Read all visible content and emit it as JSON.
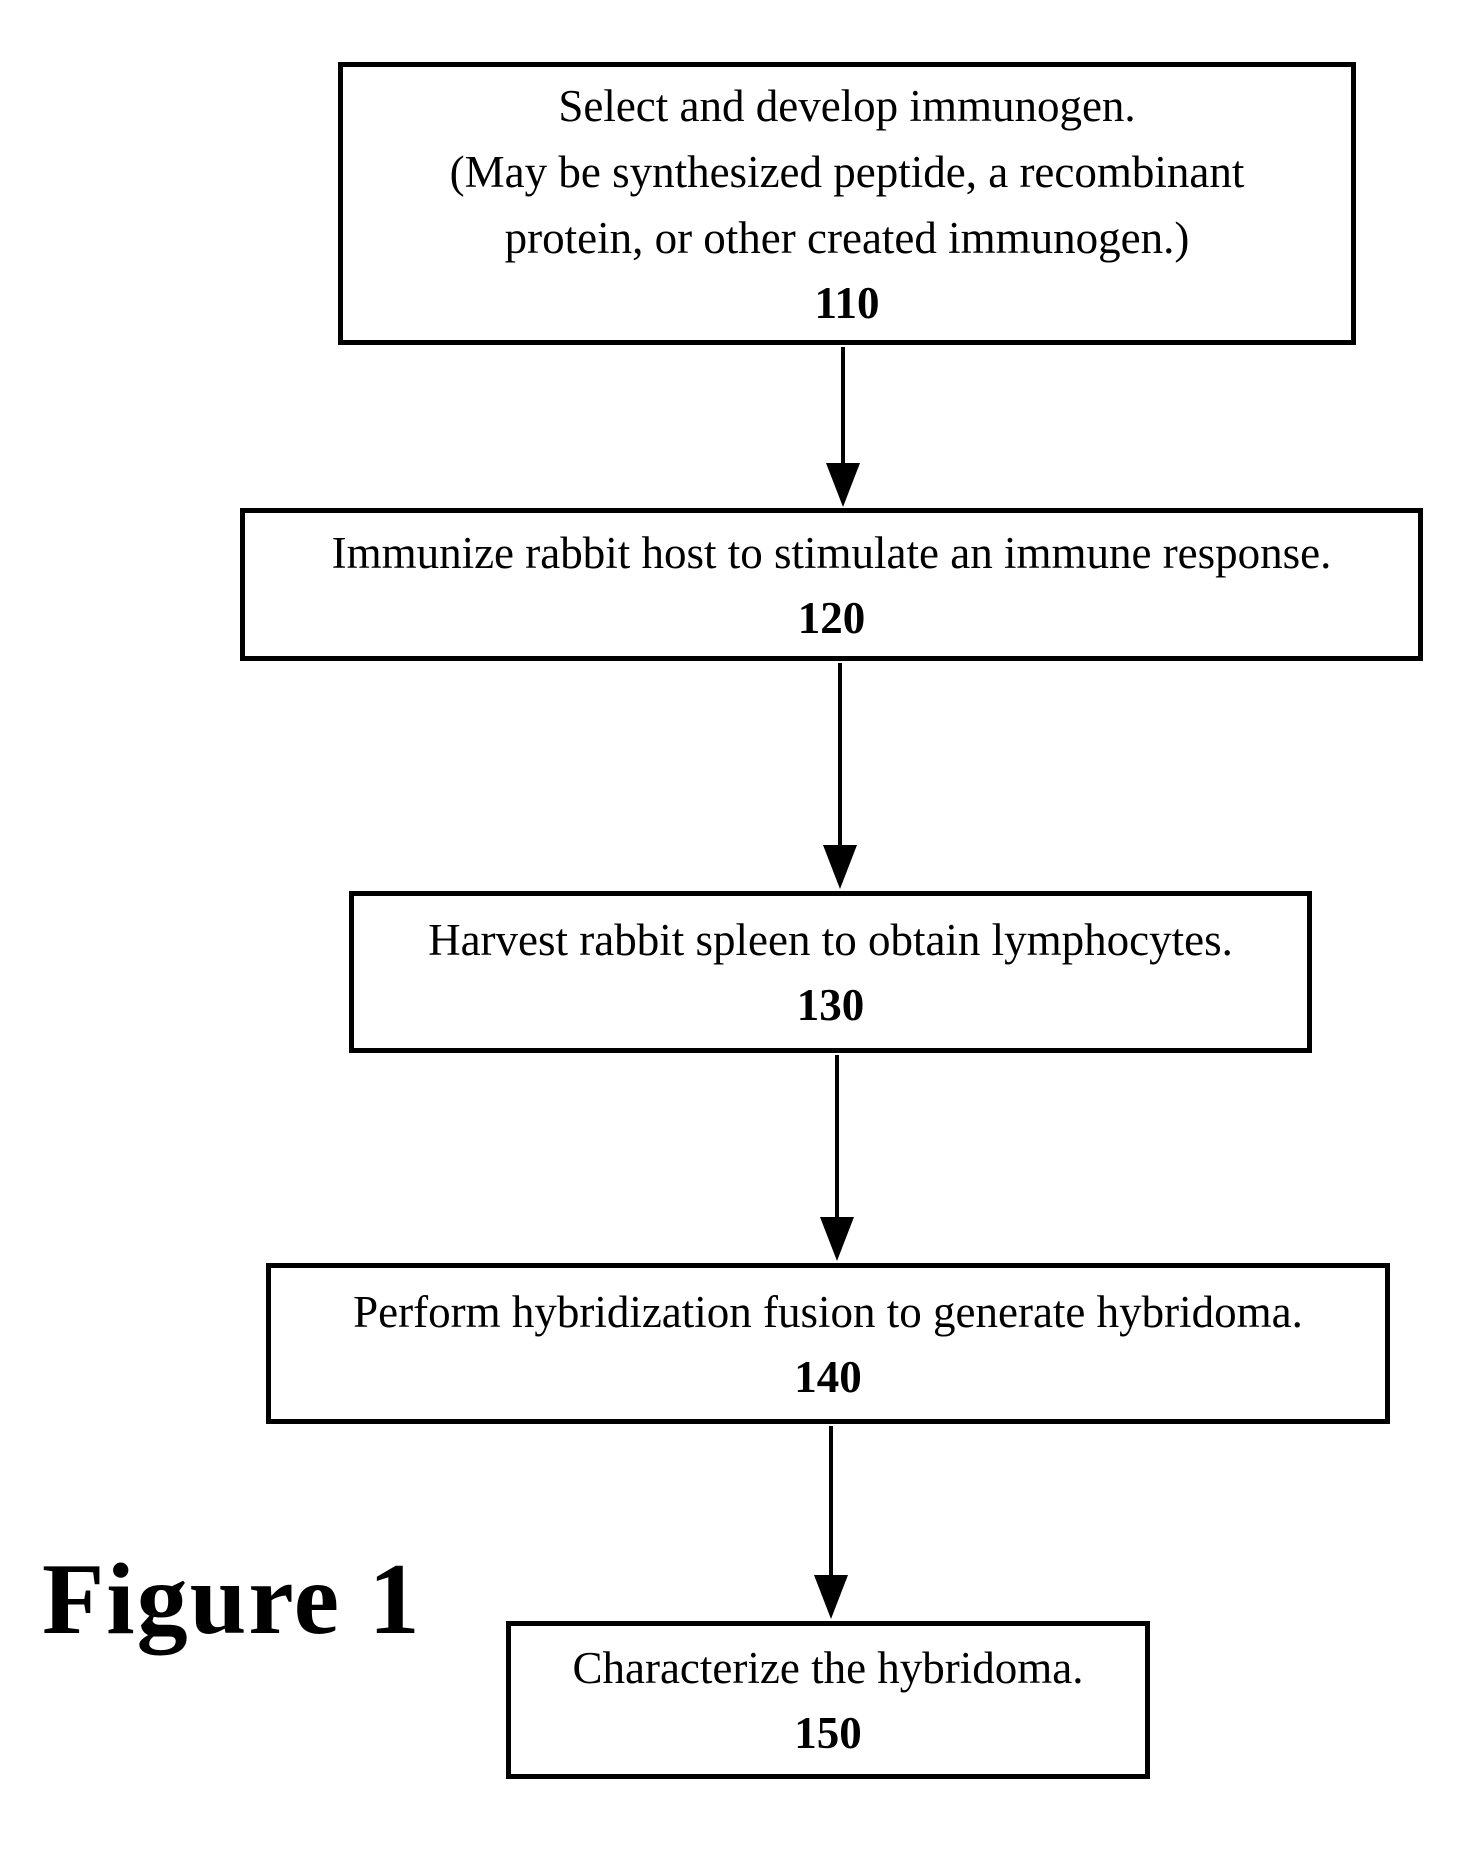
{
  "figure_label": "Figure 1",
  "colors": {
    "ink": "#000000",
    "background": "#ffffff"
  },
  "steps": [
    {
      "lines": [
        "Select and develop immunogen.",
        "(May be synthesized peptide, a recombinant",
        "protein, or other created immunogen.)"
      ],
      "ref": "110"
    },
    {
      "lines": [
        "Immunize rabbit host to stimulate an immune response."
      ],
      "ref": "120"
    },
    {
      "lines": [
        "Harvest rabbit spleen to obtain lymphocytes."
      ],
      "ref": "130"
    },
    {
      "lines": [
        "Perform hybridization fusion to generate hybridoma."
      ],
      "ref": "140"
    },
    {
      "lines": [
        "Characterize the hybridoma."
      ],
      "ref": "150"
    }
  ]
}
